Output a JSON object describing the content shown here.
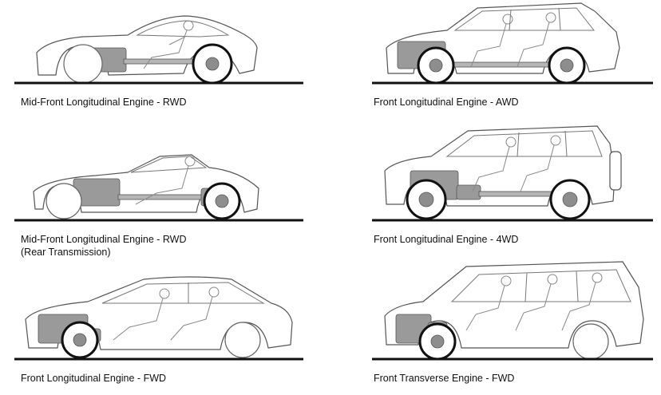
{
  "panels": [
    {
      "caption": "Mid-Front Longitudinal Engine - RWD"
    },
    {
      "caption": "Front Longitudinal Engine - AWD"
    },
    {
      "caption": "Mid-Front Longitudinal Engine - RWD",
      "caption2": "(Rear Transmission)"
    },
    {
      "caption": "Front Longitudinal Engine - 4WD"
    },
    {
      "caption": "Front Longitudinal Engine - FWD"
    },
    {
      "caption": "Front Transverse Engine - FWD"
    }
  ]
}
